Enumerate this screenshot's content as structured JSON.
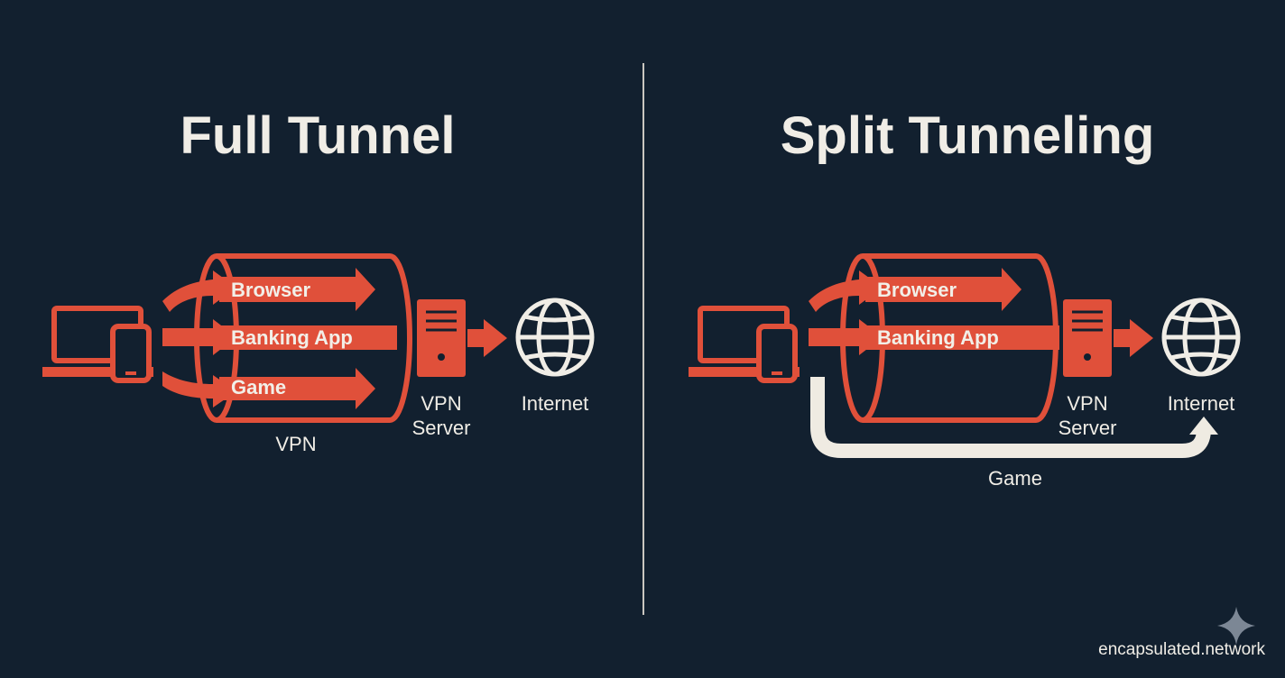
{
  "colors": {
    "background": "#12202f",
    "accent": "#e0503a",
    "text": "#f0ede6",
    "bypass": "#efebe2"
  },
  "left_panel": {
    "title": "Full Tunnel",
    "streams": [
      "Browser",
      "Banking App",
      "Game"
    ],
    "tunnel_label": "VPN",
    "server_label_line1": "VPN",
    "server_label_line2": "Server",
    "internet_label": "Internet",
    "icons": [
      "laptop-icon",
      "phone-icon",
      "vpn-tunnel-icon",
      "server-icon",
      "globe-icon"
    ]
  },
  "right_panel": {
    "title": "Split Tunneling",
    "streams": [
      "Browser",
      "Banking App"
    ],
    "bypass_label": "Game",
    "server_label_line1": "VPN",
    "server_label_line2": "Server",
    "internet_label": "Internet",
    "icons": [
      "laptop-icon",
      "phone-icon",
      "vpn-tunnel-icon",
      "server-icon",
      "globe-icon"
    ]
  },
  "watermark": {
    "text": "encapsulated.network",
    "icon": "sparkle-icon"
  }
}
